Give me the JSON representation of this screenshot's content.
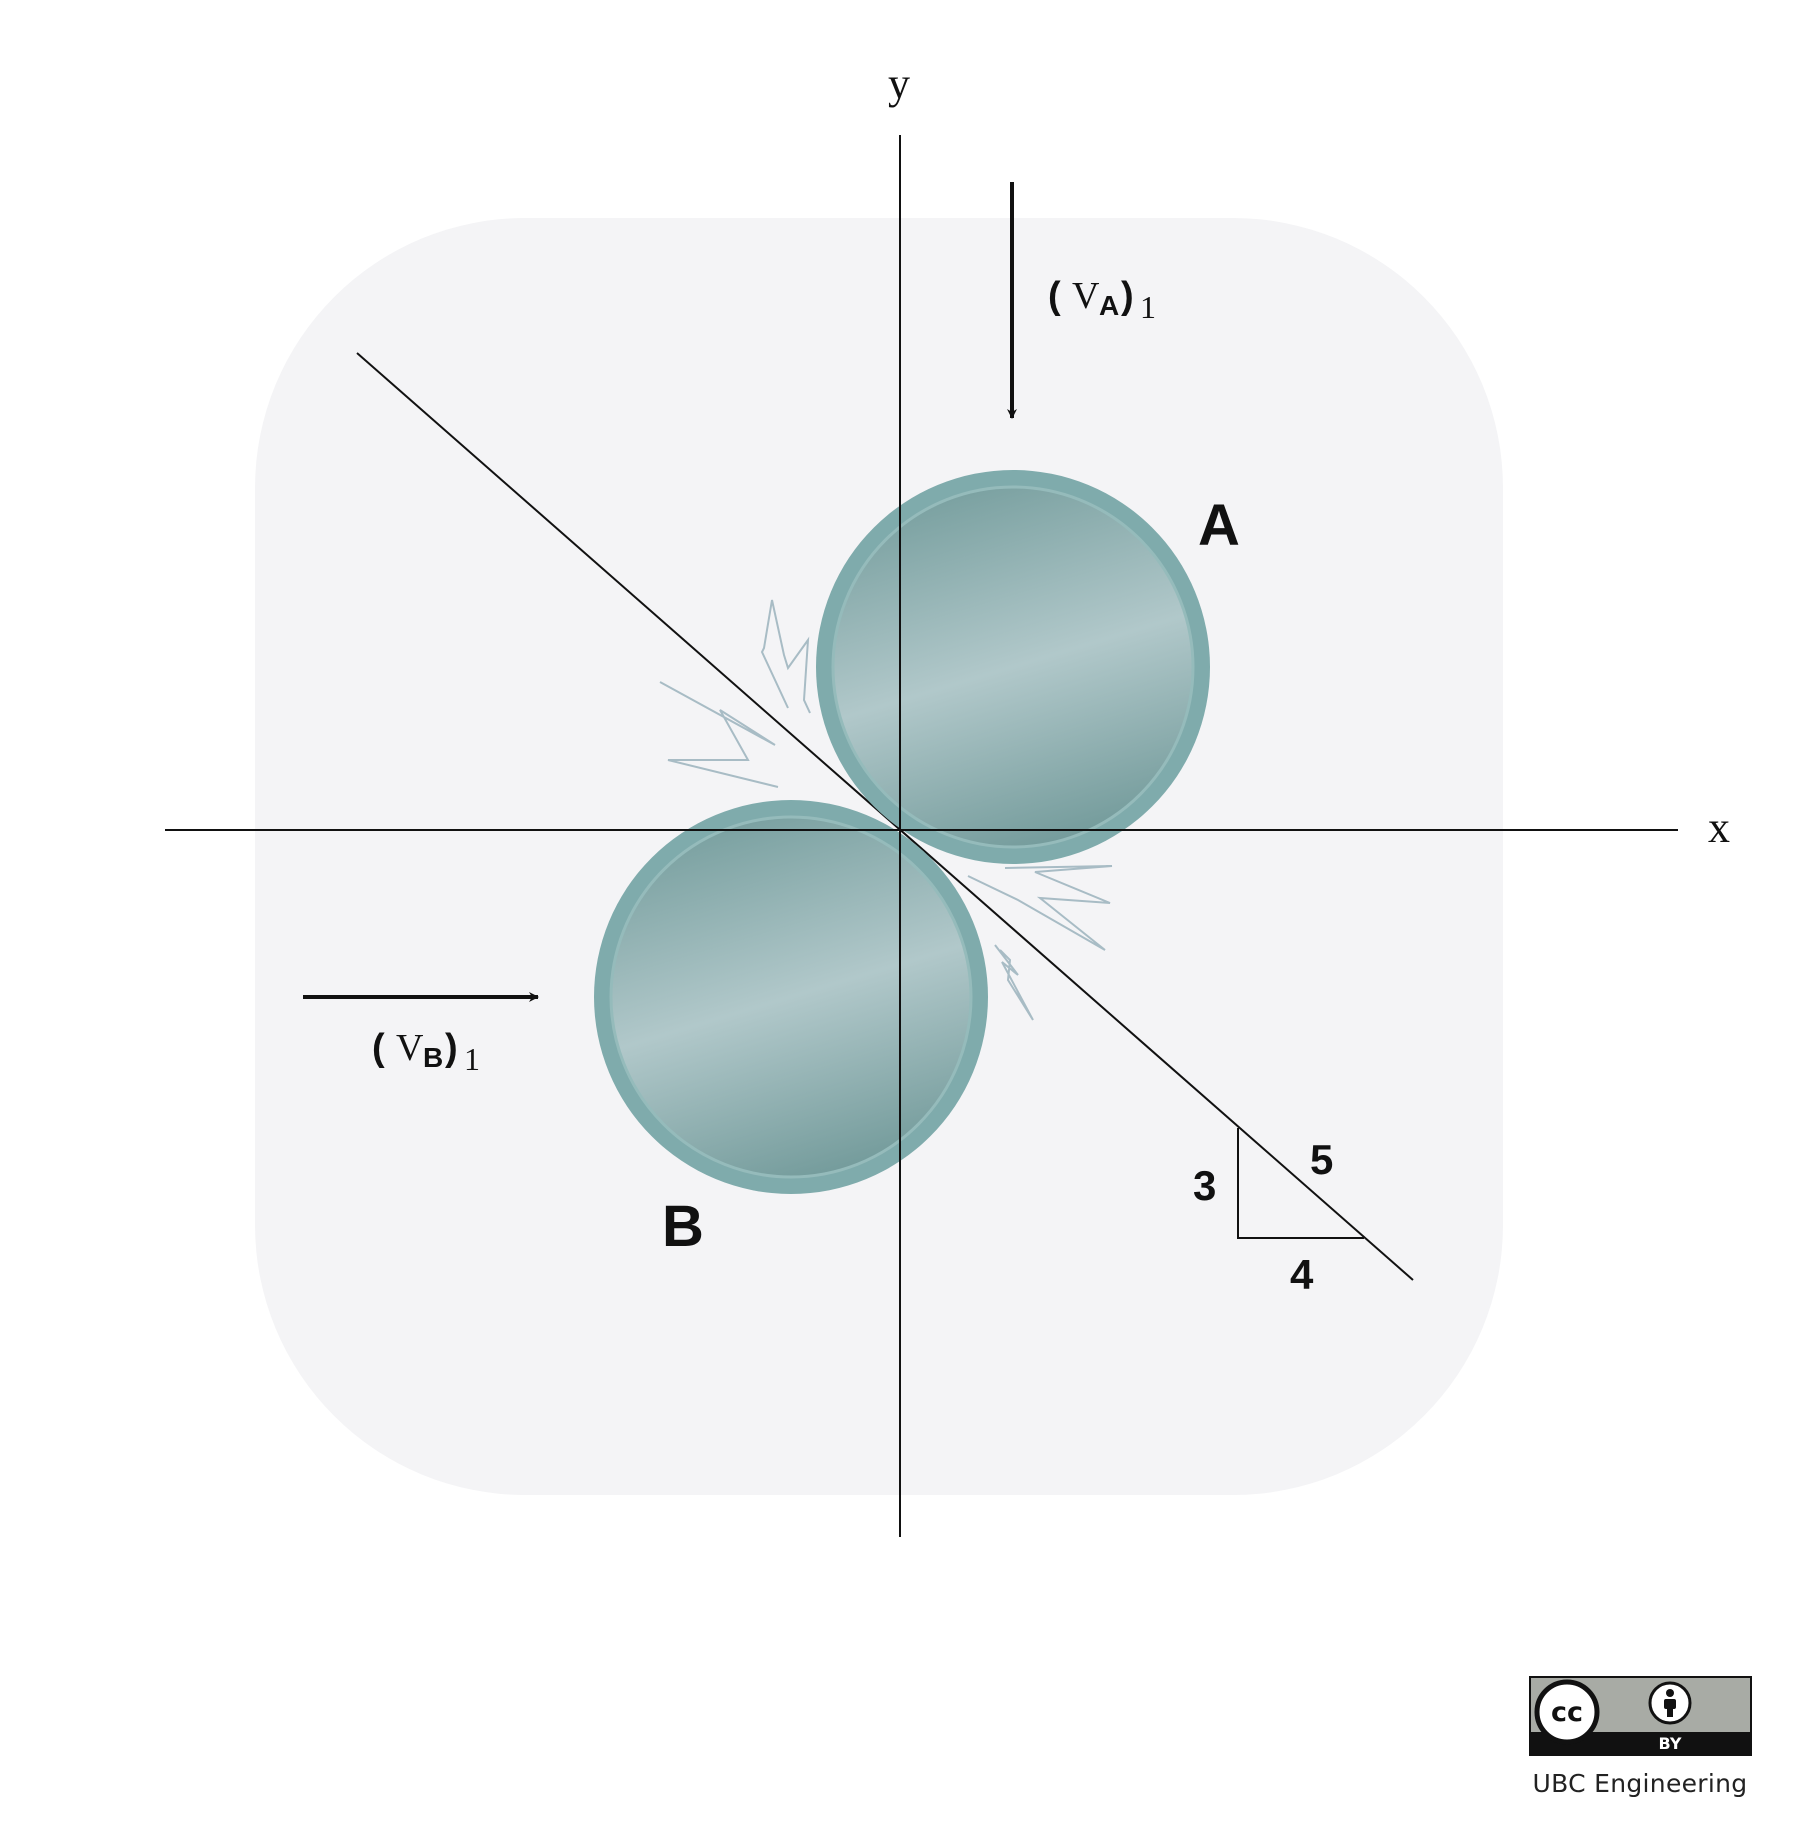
{
  "axes": {
    "x_label": "x",
    "y_label": "y"
  },
  "balls": {
    "a_label": "A",
    "b_label": "B"
  },
  "velocities": {
    "a": {
      "open": "(",
      "symbol": "V",
      "subscript": "A",
      "close": ")",
      "index": "1"
    },
    "b": {
      "open": "(",
      "symbol": "V",
      "subscript": "B",
      "close": ")",
      "index": "1"
    }
  },
  "slope_triangle": {
    "rise": "3",
    "run": "4",
    "hypotenuse": "5"
  },
  "license": {
    "badge_text": "cc",
    "badge_by": "BY",
    "credit": "UBC Engineering"
  },
  "colors": {
    "panel_background": "#f4f4f6",
    "ball_rim": "#7fabac",
    "ball_face_dark": "#79a0a0",
    "ball_face_light": "#b1c8ca",
    "spark_stroke": "#a8bcc5",
    "line": "#111111"
  },
  "icons": [
    "creative-commons-icon",
    "attribution-person-icon"
  ]
}
